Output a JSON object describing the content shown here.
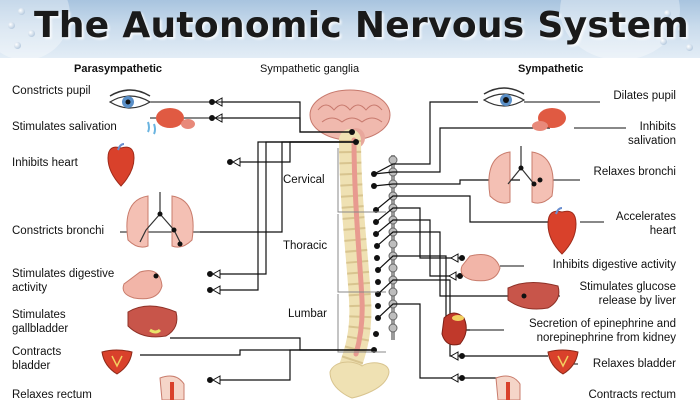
{
  "title": "The Autonomic Nervous System",
  "headers": {
    "parasympathetic": "Parasympathetic",
    "ganglia": "Sympathetic ganglia",
    "sympathetic": "Sympathetic"
  },
  "segments": {
    "cervical": "Cervical",
    "thoracic": "Thoracic",
    "lumbar": "Lumbar"
  },
  "parasympathetic_effects": [
    "Constricts pupil",
    "Stimulates salivation",
    "Inhibits heart",
    "Constricts bronchi",
    "Stimulates digestive activity",
    "Stimulates gallbladder",
    "Contracts bladder",
    "Relaxes rectum"
  ],
  "parasympathetic_lines": [
    [
      "Stimulates digestive",
      "activity"
    ],
    [
      "Stimulates",
      "gallbladder"
    ],
    [
      "Contracts",
      "bladder"
    ]
  ],
  "sympathetic_effects": {
    "dilates_pupil": "Dilates pupil",
    "inhibits_salivation": [
      "Inhibits",
      "salivation"
    ],
    "relaxes_bronchi": "Relaxes bronchi",
    "accelerates_heart": [
      "Accelerates",
      "heart"
    ],
    "inhibits_digestive": "Inhibits digestive activity",
    "stimulates_glucose": [
      "Stimulates glucose",
      "release by liver"
    ],
    "secretion_epinephrine": [
      "Secretion of epinephrine and",
      "norepinephrine from kidney"
    ],
    "relaxes_bladder": "Relaxes bladder",
    "contracts_rectum": "Contracts rectum"
  },
  "colors": {
    "banner": "#b7cfe6",
    "organ_red": "#d9412b",
    "organ_pink": "#f2b5a8",
    "spinal_cord": "#e89a90",
    "vertebra": "#efe1b3",
    "ganglion_chain": "#9a9a9a",
    "nerve_line": "#111111"
  }
}
